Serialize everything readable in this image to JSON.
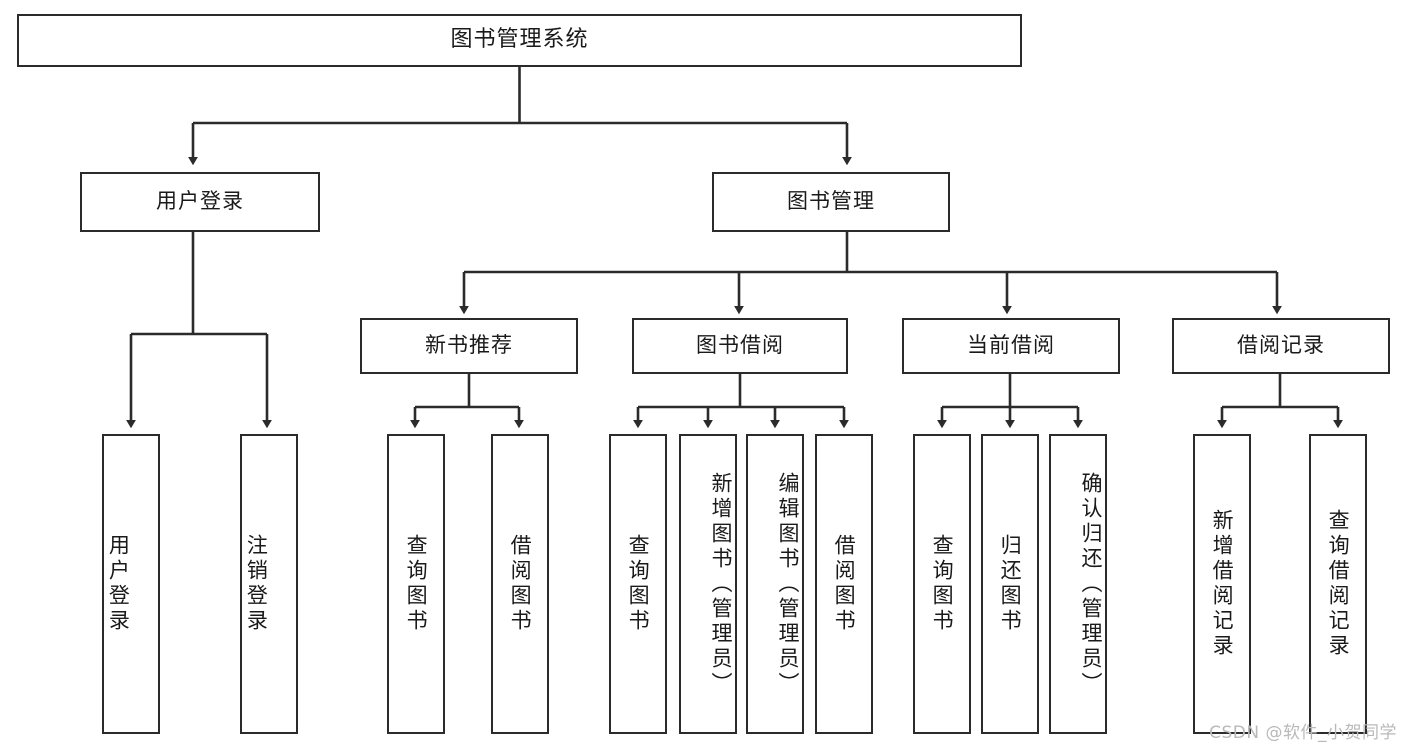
{
  "diagram": {
    "title": "图书管理系统",
    "type": "tree-structure-chart",
    "stroke_color": "#2b2b2b",
    "background_color": "#ffffff",
    "text_color": "#1a1a1a"
  },
  "nodes": {
    "root": {
      "label": "图书管理系统"
    },
    "level2": [
      {
        "label": "用户登录"
      },
      {
        "label": "图书管理"
      }
    ],
    "level3": [
      {
        "label": "新书推荐"
      },
      {
        "label": "图书借阅"
      },
      {
        "label": "当前借阅"
      },
      {
        "label": "借阅记录"
      }
    ],
    "leaves": {
      "user_login": [
        {
          "label": "用户登录"
        },
        {
          "label": "注销登录"
        }
      ],
      "new_book_recommend": [
        {
          "label": "查询图书"
        },
        {
          "label": "借阅图书"
        }
      ],
      "book_borrow": [
        {
          "label": "查询图书"
        },
        {
          "label": "新增图书（管理员）"
        },
        {
          "label": "编辑图书（管理员）"
        },
        {
          "label": "借阅图书"
        }
      ],
      "current_borrow": [
        {
          "label": "查询图书"
        },
        {
          "label": "归还图书"
        },
        {
          "label": "确认归还（管理员）"
        }
      ],
      "borrow_record": [
        {
          "label": "新增借阅记录"
        },
        {
          "label": "查询借阅记录"
        }
      ]
    }
  },
  "watermark": {
    "text": "CSDN @软件_小贺同学"
  }
}
